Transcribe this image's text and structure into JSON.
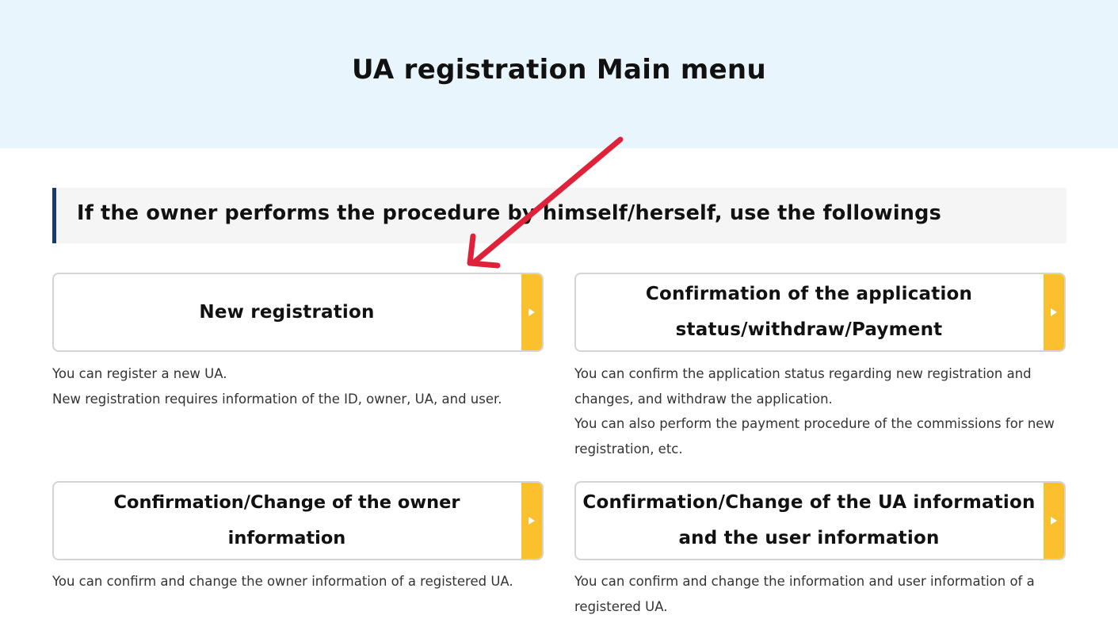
{
  "header": {
    "title": "UA registration Main menu"
  },
  "section": {
    "heading": "If the owner performs the procedure by himself/herself, use the followings"
  },
  "menu": {
    "new_registration": {
      "label": "New registration",
      "desc_lines": [
        "You can register a new UA.",
        "New registration requires information of the ID, owner, UA, and user."
      ]
    },
    "application_status": {
      "label_lines": [
        "Confirmation of the application",
        "status/withdraw/Payment"
      ],
      "desc_lines": [
        "You can confirm the application status regarding new registration and",
        "changes, and withdraw the application.",
        "You can also perform the payment procedure of the commissions for new",
        "registration, etc."
      ]
    },
    "owner_info": {
      "label": "Confirmation/Change of the owner information",
      "desc_lines": [
        "You can confirm and change the owner information of a registered UA."
      ]
    },
    "ua_info": {
      "label_lines": [
        "Confirmation/Change of the UA information",
        "and the user information"
      ],
      "desc_lines": [
        "You can confirm and change the information and user information of a",
        "registered UA."
      ]
    }
  },
  "icons": {
    "card_arrow": "triangle-right-icon",
    "annotation": "red-arrow-annotation"
  },
  "colors": {
    "hero_background": "#e8f5fd",
    "heading_accent": "#1b3a6b",
    "card_tab": "#fbc02d",
    "annotation_arrow": "#e0213a"
  }
}
